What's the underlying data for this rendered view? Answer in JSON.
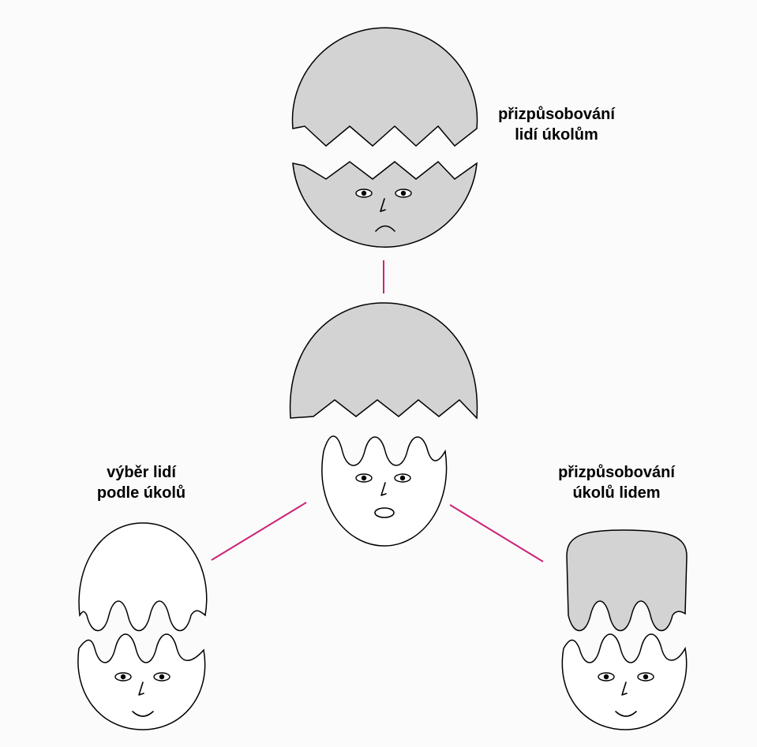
{
  "diagram": {
    "labels": {
      "top": [
        "přizpůsobování",
        "lidí úkolům"
      ],
      "left": [
        "výběr lidí",
        "podle úkolů"
      ],
      "right": [
        "přizpůsobování",
        "úkolů lidem"
      ]
    }
  },
  "colors": {
    "shell_gray": "#d3d3d3",
    "shell_white": "#ffffff",
    "connector": "#cc2277",
    "background": "#fbfbfb"
  }
}
